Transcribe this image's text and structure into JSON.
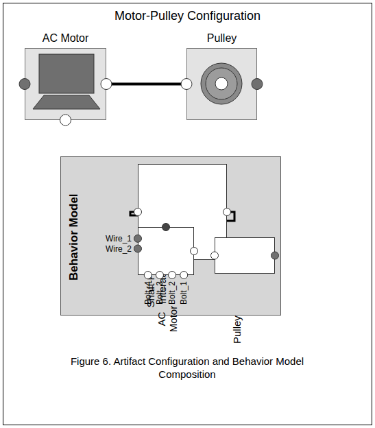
{
  "diagram": {
    "title": "Motor-Pulley Configuration",
    "caption": "Figure 6. Artifact Configuration and Behavior Model Composition",
    "nodes": [
      {
        "text": [
          "AC Motor"
        ]
      },
      {
        "text": [
          "Pulley"
        ]
      },
      {
        "text": [
          "Behavior Model"
        ]
      },
      {
        "text": [
          "Shaft-Pulley Interaction"
        ],
        "in": 2
      },
      {
        "text": [
          "AC Motor"
        ],
        "in": 2
      },
      {
        "text": [
          "Pulley"
        ],
        "in": 2
      }
    ],
    "edges": [
      {
        "from": 0,
        "to": 1,
        "arrow": "none"
      },
      {
        "from": 4,
        "to": 3,
        "arrow": "none"
      },
      {
        "from": 3,
        "to": 5,
        "arrow": "none"
      }
    ],
    "labels": [
      "Wire_1",
      "Wire_2",
      "Bolt_4",
      "Bolt_3",
      "Bolt_2",
      "Bolt_1"
    ]
  }
}
